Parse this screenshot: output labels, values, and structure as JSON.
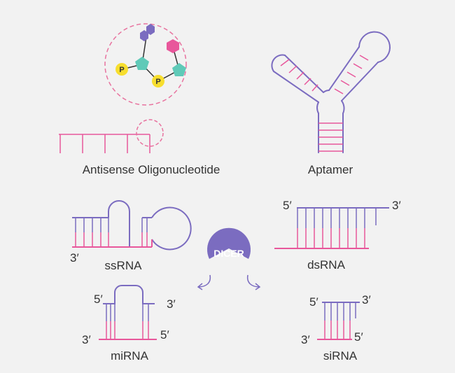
{
  "colors": {
    "background": "#f2f2f2",
    "purple": "#7b6cc0",
    "pink": "#e8579b",
    "pink_dash": "#e8739f",
    "teal": "#5fcab8",
    "yellow": "#f7de2e",
    "text": "#333333"
  },
  "labels": {
    "antisense": "Antisense Oligonucleotide",
    "aptamer": "Aptamer",
    "ssrna": "ssRNA",
    "dsrna": "dsRNA",
    "mirna": "miRNA",
    "sirna": "siRNA",
    "dicer": "DICER",
    "phosphate": "P",
    "five_prime": "5′",
    "three_prime": "3′"
  }
}
